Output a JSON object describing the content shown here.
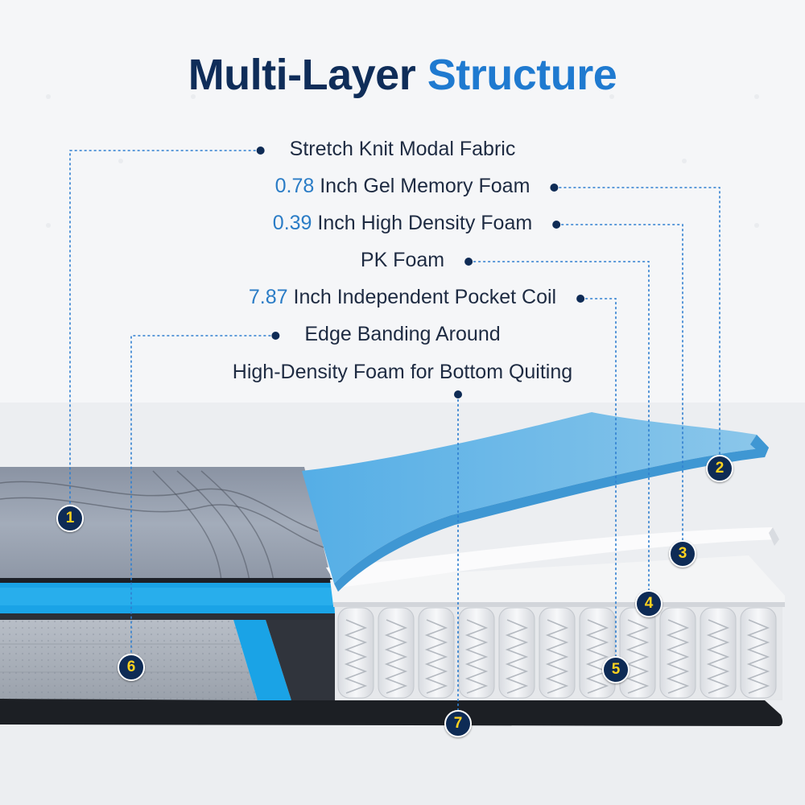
{
  "title": {
    "part1": "Multi-Layer",
    "part2": "Structure"
  },
  "layers": [
    {
      "number": "1",
      "value": "",
      "text": "Stretch Knit Modal Fabric"
    },
    {
      "number": "2",
      "value": "0.78",
      "text": " Inch Gel Memory Foam"
    },
    {
      "number": "3",
      "value": "0.39",
      "text": " Inch High Density Foam"
    },
    {
      "number": "4",
      "value": "",
      "text": "PK Foam"
    },
    {
      "number": "5",
      "value": "7.87",
      "text": " Inch Independent Pocket Coil"
    },
    {
      "number": "6",
      "value": "",
      "text": "Edge Banding Around"
    },
    {
      "number": "7",
      "value": "",
      "text": "High-Density Foam for Bottom Quiting"
    }
  ],
  "colors": {
    "title_dark": "#0f2d59",
    "title_accent": "#1f7ad0",
    "value_blue": "#2a7cc6",
    "leader_line": "#2f7fd0",
    "badge_fill": "#0e2b55",
    "badge_number": "#ffd21f",
    "gel_foam": "#6bb8e6",
    "edge_band": "#1aa3e6",
    "cover_grey": "#9aa3b1"
  }
}
